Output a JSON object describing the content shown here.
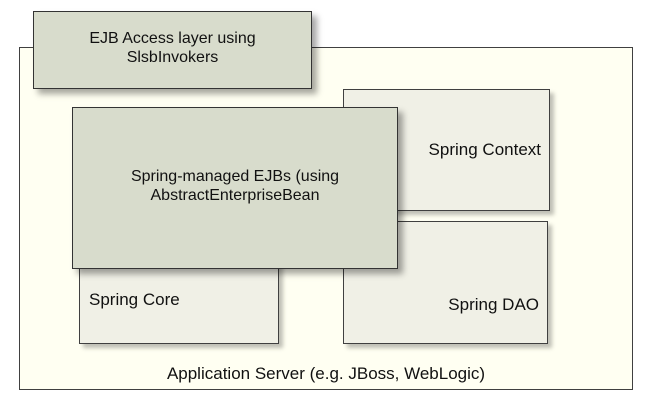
{
  "diagram": {
    "application_server": {
      "label": "Application Server (e.g. JBoss, WebLogic)"
    },
    "spring_context": {
      "label": "Spring Context"
    },
    "spring_core": {
      "label": "Spring Core"
    },
    "spring_dao": {
      "label": "Spring DAO"
    },
    "ejb_access_layer": {
      "label": "EJB Access layer using\nSlsbInvokers"
    },
    "spring_managed_ejbs": {
      "label": "Spring-managed EJBs (using\nAbstractEnterpriseBean"
    }
  },
  "colors": {
    "server_fill": "#fffff2",
    "module_fill": "#f0f0e6",
    "ejb_fill": "#d8dccc",
    "border": "#404040"
  }
}
